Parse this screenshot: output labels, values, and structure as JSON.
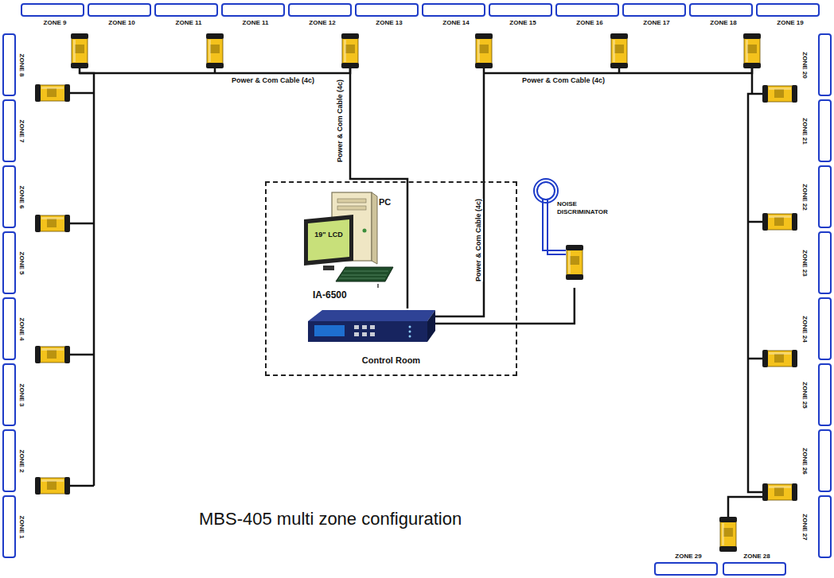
{
  "diagram": {
    "caption": "MBS-405 multi zone configuration",
    "nodes": [
      {
        "text": [
          "ZONE 9"
        ]
      },
      {
        "text": [
          "ZONE 10"
        ]
      },
      {
        "text": [
          "ZONE 11"
        ]
      },
      {
        "text": [
          "ZONE 11"
        ]
      },
      {
        "text": [
          "ZONE 12"
        ]
      },
      {
        "text": [
          "ZONE 13"
        ]
      },
      {
        "text": [
          "ZONE 14"
        ]
      },
      {
        "text": [
          "ZONE 15"
        ]
      },
      {
        "text": [
          "ZONE 16"
        ]
      },
      {
        "text": [
          "ZONE 17"
        ]
      },
      {
        "text": [
          "ZONE 18"
        ]
      },
      {
        "text": [
          "ZONE 19"
        ]
      },
      {
        "text": [
          "ZONE 8"
        ]
      },
      {
        "text": [
          "ZONE 7"
        ]
      },
      {
        "text": [
          "ZONE 6"
        ]
      },
      {
        "text": [
          "ZONE 5"
        ]
      },
      {
        "text": [
          "ZONE 4"
        ]
      },
      {
        "text": [
          "ZONE 3"
        ]
      },
      {
        "text": [
          "ZONE 2"
        ]
      },
      {
        "text": [
          "ZONE 1"
        ]
      },
      {
        "text": [
          "ZONE 20"
        ]
      },
      {
        "text": [
          "ZONE 21"
        ]
      },
      {
        "text": [
          "ZONE 22"
        ]
      },
      {
        "text": [
          "ZONE 23"
        ]
      },
      {
        "text": [
          "ZONE 24"
        ]
      },
      {
        "text": [
          "ZONE 25"
        ]
      },
      {
        "text": [
          "ZONE 26"
        ]
      },
      {
        "text": [
          "ZONE 27"
        ]
      },
      {
        "text": [
          "ZONE 29"
        ]
      },
      {
        "text": [
          "ZONE 28"
        ]
      },
      {
        "text": [
          "Control Room"
        ]
      },
      {
        "text": [
          "PC",
          "19\" LCD"
        ],
        "in": 30
      },
      {
        "text": [
          "IA-6500"
        ],
        "in": 30
      },
      {
        "text": [
          "NOISE DISCRIMINATOR"
        ]
      }
    ],
    "edges": [
      {
        "from": 31,
        "to": 32,
        "arrow": "none"
      },
      {
        "from": 32,
        "to": 33,
        "arrow": "none"
      }
    ],
    "labels": [
      "Power & Com Cable (4c)",
      "Power & Com Cable (4c)",
      "Power & Com Cable (4c)",
      "Power & Com Cable (4c)"
    ]
  }
}
